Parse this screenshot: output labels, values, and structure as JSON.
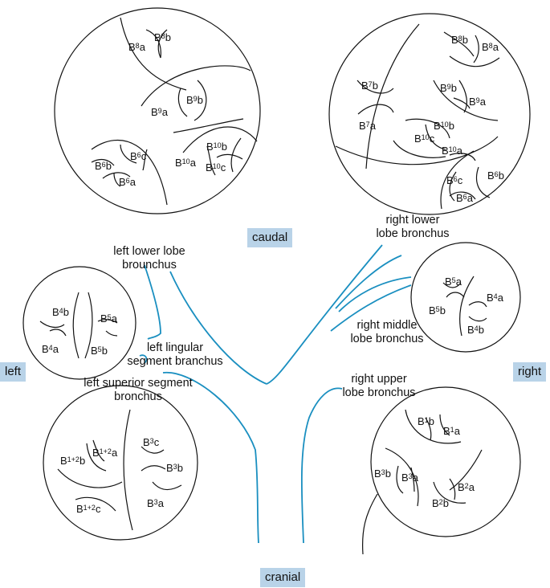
{
  "directions": {
    "caudal": "caudal",
    "cranial": "cranial",
    "left": "left",
    "right": "right"
  },
  "bronchus_labels": {
    "left_lower": [
      "left lower lobe",
      "brounchus"
    ],
    "left_lingular": [
      "left lingular",
      "segment branchus"
    ],
    "left_superior": [
      "left superior segment",
      "bronchus"
    ],
    "right_lower": [
      "right lower",
      "lobe bronchus"
    ],
    "right_middle": [
      "right middle",
      "lobe bronchus"
    ],
    "right_upper": [
      "right upper",
      "lobe bronchus"
    ]
  },
  "segments": {
    "left_lower": [
      {
        "b": "B",
        "s": "8",
        "t": "a"
      },
      {
        "b": "B",
        "s": "8",
        "t": "b"
      },
      {
        "b": "B",
        "s": "9",
        "t": "a"
      },
      {
        "b": "B",
        "s": "9",
        "t": "b"
      },
      {
        "b": "B",
        "s": "10",
        "t": "a"
      },
      {
        "b": "B",
        "s": "10",
        "t": "b"
      },
      {
        "b": "B",
        "s": "10",
        "t": "c"
      },
      {
        "b": "B",
        "s": "6",
        "t": "b"
      },
      {
        "b": "B",
        "s": "6",
        "t": "c"
      },
      {
        "b": "B",
        "s": "6",
        "t": "a"
      }
    ],
    "right_lower": [
      {
        "b": "B",
        "s": "8",
        "t": "b"
      },
      {
        "b": "B",
        "s": "8",
        "t": "a"
      },
      {
        "b": "B",
        "s": "7",
        "t": "b"
      },
      {
        "b": "B",
        "s": "7",
        "t": "a"
      },
      {
        "b": "B",
        "s": "9",
        "t": "b"
      },
      {
        "b": "B",
        "s": "9",
        "t": "a"
      },
      {
        "b": "B",
        "s": "10",
        "t": "b"
      },
      {
        "b": "B",
        "s": "10",
        "t": "c"
      },
      {
        "b": "B",
        "s": "10",
        "t": "a"
      },
      {
        "b": "B",
        "s": "6",
        "t": "c"
      },
      {
        "b": "B",
        "s": "6",
        "t": "b"
      },
      {
        "b": "B",
        "s": "6",
        "t": "a"
      }
    ],
    "left_lingular": [
      {
        "b": "B",
        "s": "4",
        "t": "b"
      },
      {
        "b": "B",
        "s": "5",
        "t": "a"
      },
      {
        "b": "B",
        "s": "4",
        "t": "a"
      },
      {
        "b": "B",
        "s": "5",
        "t": "b"
      }
    ],
    "right_middle": [
      {
        "b": "B",
        "s": "5",
        "t": "a"
      },
      {
        "b": "B",
        "s": "5",
        "t": "b"
      },
      {
        "b": "B",
        "s": "4",
        "t": "a"
      },
      {
        "b": "B",
        "s": "4",
        "t": "b"
      }
    ],
    "left_upper": [
      {
        "b": "B",
        "s": "1+2",
        "t": "b"
      },
      {
        "b": "B",
        "s": "1+2",
        "t": "a"
      },
      {
        "b": "B",
        "s": "3",
        "t": "c"
      },
      {
        "b": "B",
        "s": "3",
        "t": "b"
      },
      {
        "b": "B",
        "s": "1+2",
        "t": "c"
      },
      {
        "b": "B",
        "s": "3",
        "t": "a"
      }
    ],
    "right_upper": [
      {
        "b": "B",
        "s": "1",
        "t": "b"
      },
      {
        "b": "B",
        "s": "1",
        "t": "a"
      },
      {
        "b": "B",
        "s": "3",
        "t": "b"
      },
      {
        "b": "B",
        "s": "3",
        "t": "a"
      },
      {
        "b": "B",
        "s": "2",
        "t": "a"
      },
      {
        "b": "B",
        "s": "2",
        "t": "b"
      }
    ]
  },
  "colors": {
    "bronchus_line": "#1a8fc0",
    "direction_box": "#b9d3e8"
  }
}
